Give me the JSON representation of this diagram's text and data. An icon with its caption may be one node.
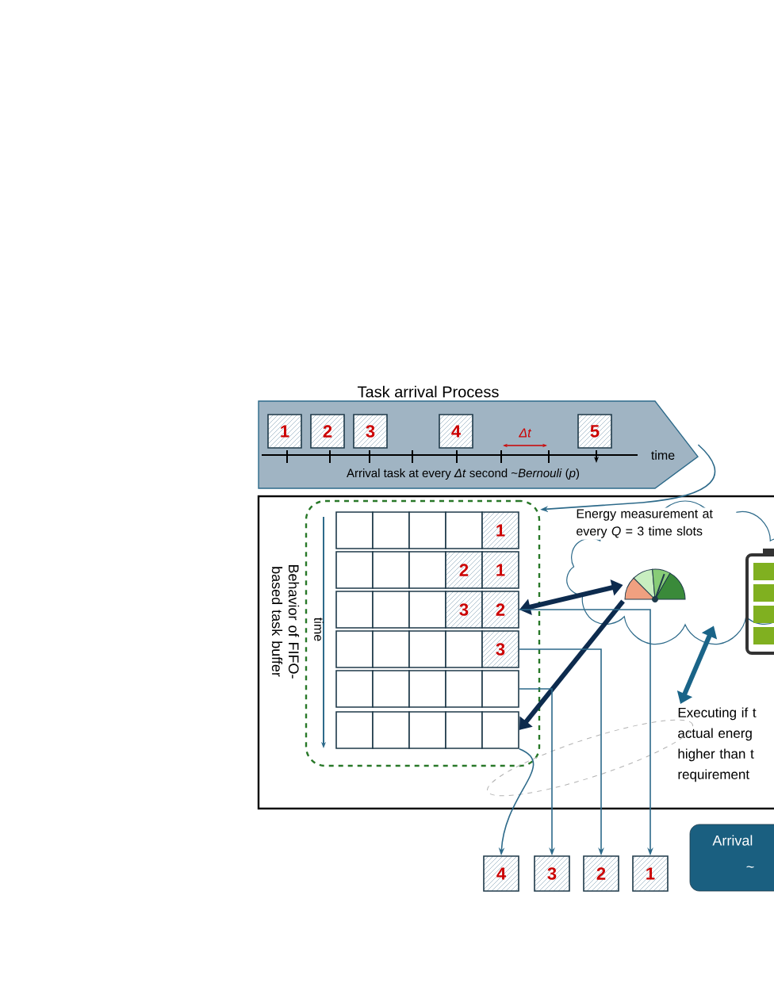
{
  "diagram": {
    "nodes": [
      {
        "text": [
          "Task arrival Process",
          "Arrival task at every *Δt* second ~*Bernouli* (*p*)"
        ]
      },
      {
        "text": [
          "1"
        ],
        "in": 0
      },
      {
        "text": [
          "2"
        ],
        "in": 0
      },
      {
        "text": [
          "3"
        ],
        "in": 0
      },
      {
        "text": [
          "4"
        ],
        "in": 0
      },
      {
        "text": [
          "5"
        ],
        "in": 0
      },
      {
        "text": [],
        "shape": "box"
      },
      {
        "text": [
          "Behavior of FIFO-based task buffer"
        ],
        "in": 6
      },
      {
        "text": [],
        "shape": "box",
        "in": 7
      },
      {
        "text": [],
        "shape": "box",
        "in": 7
      },
      {
        "text": [],
        "shape": "box",
        "in": 7
      },
      {
        "text": [],
        "shape": "box",
        "in": 7
      },
      {
        "text": [
          "1"
        ],
        "in": 7
      },
      {
        "text": [],
        "shape": "box",
        "in": 7
      },
      {
        "text": [],
        "shape": "box",
        "in": 7
      },
      {
        "text": [],
        "shape": "box",
        "in": 7
      },
      {
        "text": [
          "2"
        ],
        "in": 7
      },
      {
        "text": [
          "1"
        ],
        "in": 7
      },
      {
        "text": [],
        "shape": "box",
        "in": 7
      },
      {
        "text": [],
        "shape": "box",
        "in": 7
      },
      {
        "text": [],
        "shape": "box",
        "in": 7
      },
      {
        "text": [
          "3"
        ],
        "in": 7
      },
      {
        "text": [
          "2"
        ],
        "in": 7
      },
      {
        "text": [],
        "shape": "box",
        "in": 7
      },
      {
        "text": [],
        "shape": "box",
        "in": 7
      },
      {
        "text": [],
        "shape": "box",
        "in": 7
      },
      {
        "text": [],
        "shape": "box",
        "in": 7
      },
      {
        "text": [
          "3"
        ],
        "in": 7
      },
      {
        "text": [],
        "shape": "box",
        "in": 7
      },
      {
        "text": [],
        "shape": "box",
        "in": 7
      },
      {
        "text": [],
        "shape": "box",
        "in": 7
      },
      {
        "text": [],
        "shape": "box",
        "in": 7
      },
      {
        "text": [],
        "shape": "box",
        "in": 7
      },
      {
        "text": [],
        "shape": "box",
        "in": 7
      },
      {
        "text": [],
        "shape": "box",
        "in": 7
      },
      {
        "text": [],
        "shape": "box",
        "in": 7
      },
      {
        "text": [],
        "shape": "box",
        "in": 7
      },
      {
        "text": [],
        "shape": "box",
        "in": 7
      },
      {
        "text": [
          "Energy measurement at every *Q* = 3 time slots"
        ],
        "in": 6
      },
      {
        "text": [],
        "shape": "gauge",
        "in": 38
      },
      {
        "text": [],
        "shape": "battery",
        "in": 6
      },
      {
        "text": [
          "Executing if t actual energ higher than t requirement"
        ],
        "in": 6
      },
      {
        "text": [
          "4"
        ]
      },
      {
        "text": [
          "3"
        ]
      },
      {
        "text": [
          "2"
        ]
      },
      {
        "text": [
          "1"
        ]
      },
      {
        "text": [
          "Arrival",
          "~"
        ]
      }
    ],
    "edges": [
      {
        "from": 0,
        "to": 7,
        "arrow": "to"
      },
      {
        "from": 39,
        "to": 22,
        "arrow": "both",
        "style": "thick",
        "color": "#0d2b4e"
      },
      {
        "from": 39,
        "to": 37,
        "arrow": "to",
        "style": "thick",
        "color": "#0d2b4e"
      },
      {
        "from": 38,
        "to": 41,
        "arrow": "both",
        "style": "thick",
        "color": "#1a6488"
      },
      {
        "from": 22,
        "to": 45,
        "arrow": "to"
      },
      {
        "from": 27,
        "to": 44,
        "arrow": "to"
      },
      {
        "from": 32,
        "to": 43,
        "arrow": "to"
      },
      {
        "from": 37,
        "to": 42,
        "arrow": "to"
      }
    ],
    "labels": [
      "time",
      "Δt",
      "time"
    ]
  }
}
